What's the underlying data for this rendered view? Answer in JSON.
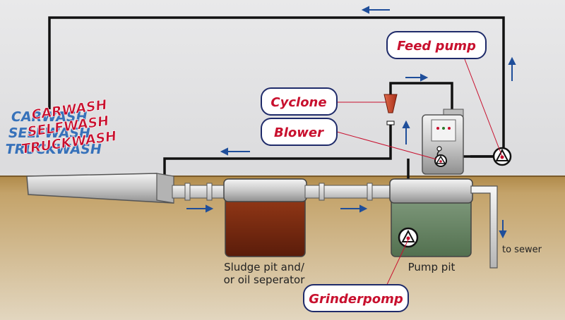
{
  "labels": {
    "feed_pump": "Feed pump",
    "cyclone": "Cyclone",
    "blower": "Blower",
    "grinderpomp": "Grinderpomp",
    "sludge_line1": "Sludge pit and/",
    "sludge_line2": "or oil seperator",
    "pump_pit": "Pump pit",
    "to_sewer": "to sewer"
  },
  "brand": {
    "carwash": "CARWASH",
    "selfwash": "SELFWASH",
    "truckwash": "TRUCKWASH",
    "shadow_carwash": "CARWASH",
    "shadow_selfwash": "SELFWASH",
    "shadow_truckwash": "TRUCKWASH"
  },
  "colors": {
    "callout_red": "#c8102e",
    "arrow_blue": "#1f4e9a",
    "shadow_blue": "#1a5fb4",
    "ground": "#c4a36a",
    "sludge": "#7a2a10",
    "pit_water": "#6e8a6a"
  }
}
